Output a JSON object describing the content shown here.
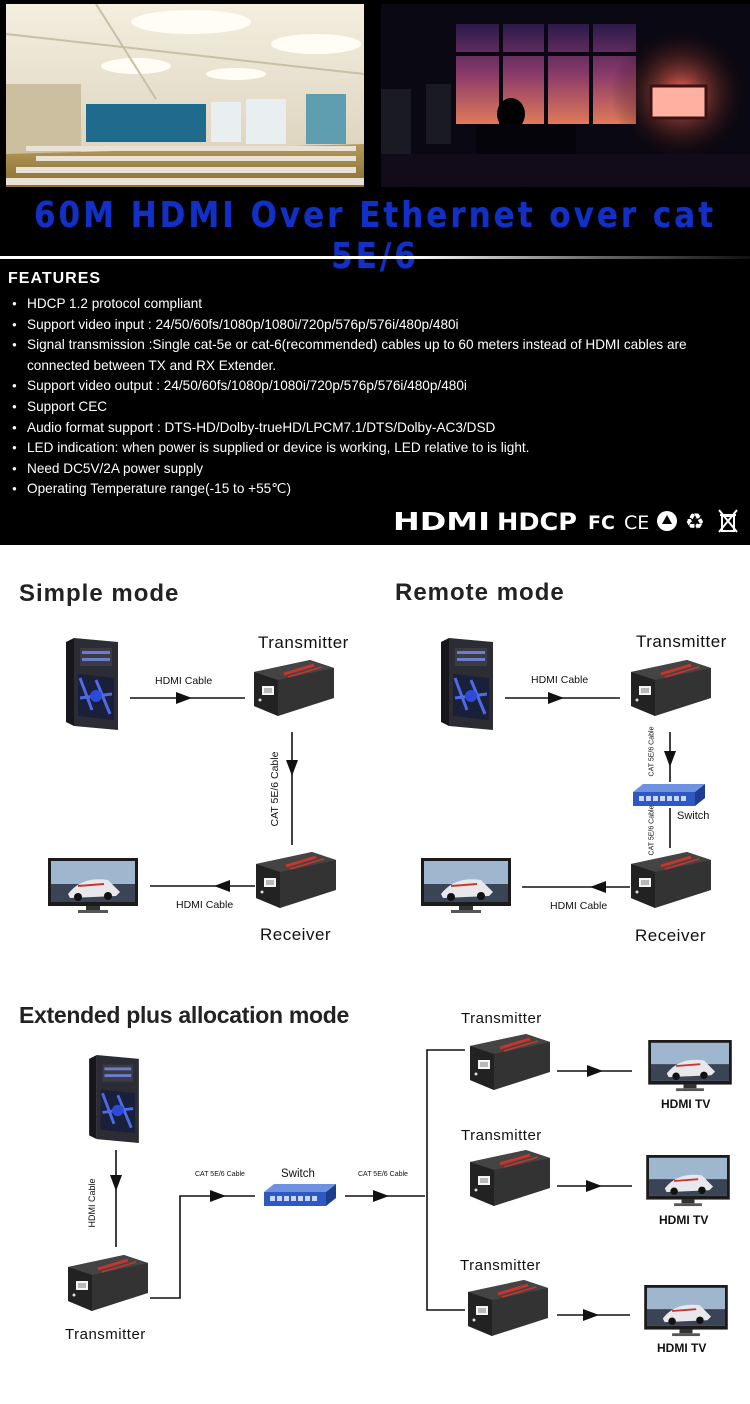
{
  "banner": {
    "headline": "60M HDMI Over Ethernet over cat 5E/6",
    "features_title": "FEATURES",
    "features": [
      "HDCP 1.2 protocol compliant",
      "Support video input : 24/50/60fs/1080p/1080i/720p/576p/576i/480p/480i",
      "Signal transmission :Single cat-5e or cat-6(recommended) cables up to 60 meters instead of HDMI cables are connected between TX and RX Extender.",
      "Support video output : 24/50/60fs/1080p/1080i/720p/576p/576i/480p/480i",
      "Support CEC",
      "Audio format support : DTS-HD/Dolby-trueHD/LPCM7.1/DTS/Dolby-AC3/DSD",
      "LED indication: when power is supplied or device is working, LED relative to is light.",
      "Need DC5V/2A power supply",
      "Operating Temperature range(-15 to +55℃)"
    ],
    "logos": {
      "hdmi": "HDMI",
      "hdcp": "HDCP",
      "fc": "FC",
      "ce": "CE"
    }
  },
  "simple_mode": {
    "title": "Simple mode",
    "transmitter": "Transmitter",
    "receiver": "Receiver",
    "hdmi_cable_in": "HDMI Cable",
    "cat_cable": "CAT 5E/6 Cable",
    "hdmi_cable_out": "HDMI Cable"
  },
  "remote_mode": {
    "title": "Remote mode",
    "transmitter": "Transmitter",
    "receiver": "Receiver",
    "switch": "Switch",
    "hdmi_cable_in": "HDMI Cable",
    "cat_cable_top": "CAT 5E/6 Cable",
    "cat_cable_bottom": "CAT 5E/6 Cable",
    "hdmi_cable_out": "HDMI Cable"
  },
  "extended_mode": {
    "title": "Extended plus allocation mode",
    "hdmi_cable": "HDMI Cable",
    "source_transmitter": "Transmitter",
    "cat_cable_left": "CAT 5E/6 Cable",
    "switch": "Switch",
    "cat_cable_right": "CAT 5E/6 Cable",
    "outputs": [
      {
        "transmitter": "Transmitter",
        "tv": "HDMI TV"
      },
      {
        "transmitter": "Transmitter",
        "tv": "HDMI TV"
      },
      {
        "transmitter": "Transmitter",
        "tv": "HDMI TV"
      }
    ]
  },
  "colors": {
    "headline_blue": "#1230c6",
    "banner_bg": "#000000",
    "switch_blue": "#3a66c8",
    "device_body": "#2b2b2b"
  }
}
